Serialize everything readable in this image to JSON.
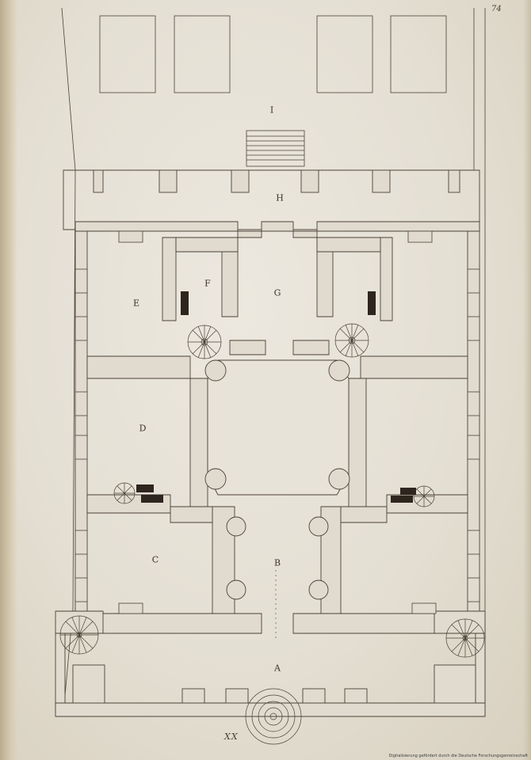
{
  "page": {
    "folio": "74",
    "signature": "XX"
  },
  "labels": {
    "A": "A",
    "B": "B",
    "C": "C",
    "D": "D",
    "E": "E",
    "F": "F",
    "G": "G",
    "H": "H",
    "I": "I"
  },
  "footer": {
    "credit": "Digitalisierung gefördert durch die Deutsche Forschungsgemeinschaft"
  },
  "colors": {
    "paper": "#e8e3d8",
    "wall_fill": "#e1dbcf",
    "ink": "#4a4236",
    "dark_fill": "#2e261e"
  }
}
